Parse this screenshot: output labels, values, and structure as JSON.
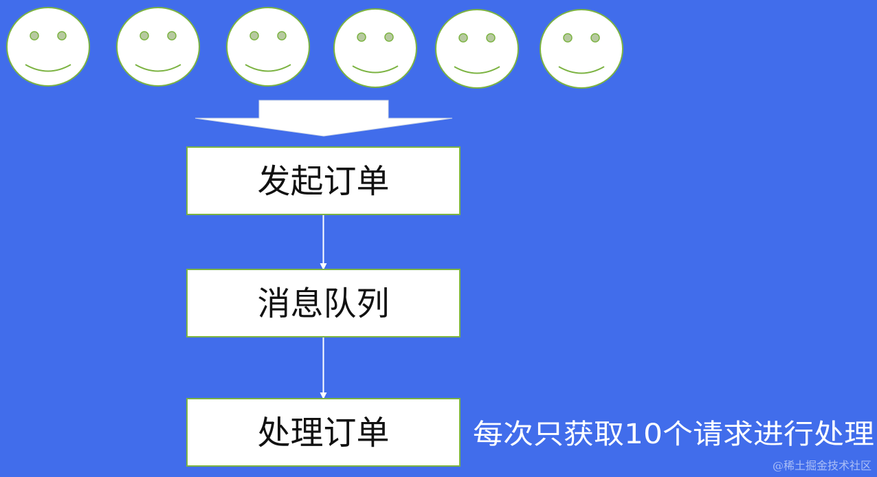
{
  "colors": {
    "background": "#416deb",
    "face_fill": "#ffffff",
    "face_stroke": "#7cb342",
    "eye_fill": "#b7c9a0",
    "box_fill": "#ffffff",
    "arrow": "#ffffff"
  },
  "faces": [
    {
      "icon": "smiley-face-icon"
    },
    {
      "icon": "smiley-face-icon"
    },
    {
      "icon": "smiley-face-icon"
    },
    {
      "icon": "smiley-face-icon"
    },
    {
      "icon": "smiley-face-icon"
    },
    {
      "icon": "smiley-face-icon"
    }
  ],
  "steps": [
    {
      "label": "发起订单"
    },
    {
      "label": "消息队列"
    },
    {
      "label": "处理订单"
    }
  ],
  "note": "每次只获取10个请求进行处理",
  "watermark": "@稀土掘金技术社区"
}
